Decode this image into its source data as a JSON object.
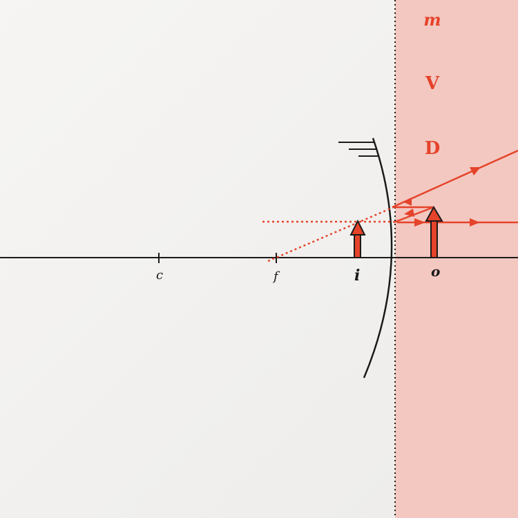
{
  "labels": {
    "center": "c",
    "focus": "f",
    "image": "i",
    "object": "o"
  },
  "side_labels": {
    "magnification": "m",
    "virtual": "V",
    "diminished": "D"
  },
  "colors": {
    "ray": "#e5432a",
    "arrow_fill": "#e5432a",
    "axis": "#1a1a1a",
    "region": "#f3c8c1"
  },
  "icons": [
    "concave-mirror-icon",
    "object-arrow-icon",
    "image-arrow-icon"
  ]
}
